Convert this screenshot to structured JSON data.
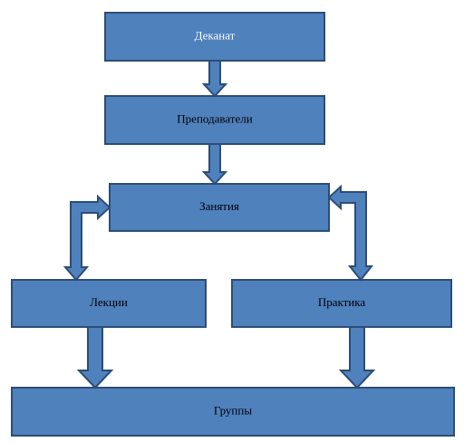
{
  "colors": {
    "box_fill": "#4f81bd",
    "box_stroke": "#2c4d75",
    "arrow_fill": "#4f81bd",
    "arrow_stroke": "#2c4d75",
    "label_light": "#ffffff",
    "label_dark": "#000000"
  },
  "nodes": {
    "dekanat": "Деканат",
    "prepodavateli": "Преподаватели",
    "zanyatiya": "Занятия",
    "lektsii": "Лекции",
    "praktika": "Практика",
    "gruppy": "Группы"
  },
  "edges": [
    {
      "from": "Деканат",
      "to": "Преподаватели"
    },
    {
      "from": "Преподаватели",
      "to": "Занятия"
    },
    {
      "from": "Занятия",
      "to": "Лекции",
      "bidirectional": true
    },
    {
      "from": "Занятия",
      "to": "Практика",
      "bidirectional": true
    },
    {
      "from": "Лекции",
      "to": "Группы"
    },
    {
      "from": "Практика",
      "to": "Группы"
    }
  ]
}
